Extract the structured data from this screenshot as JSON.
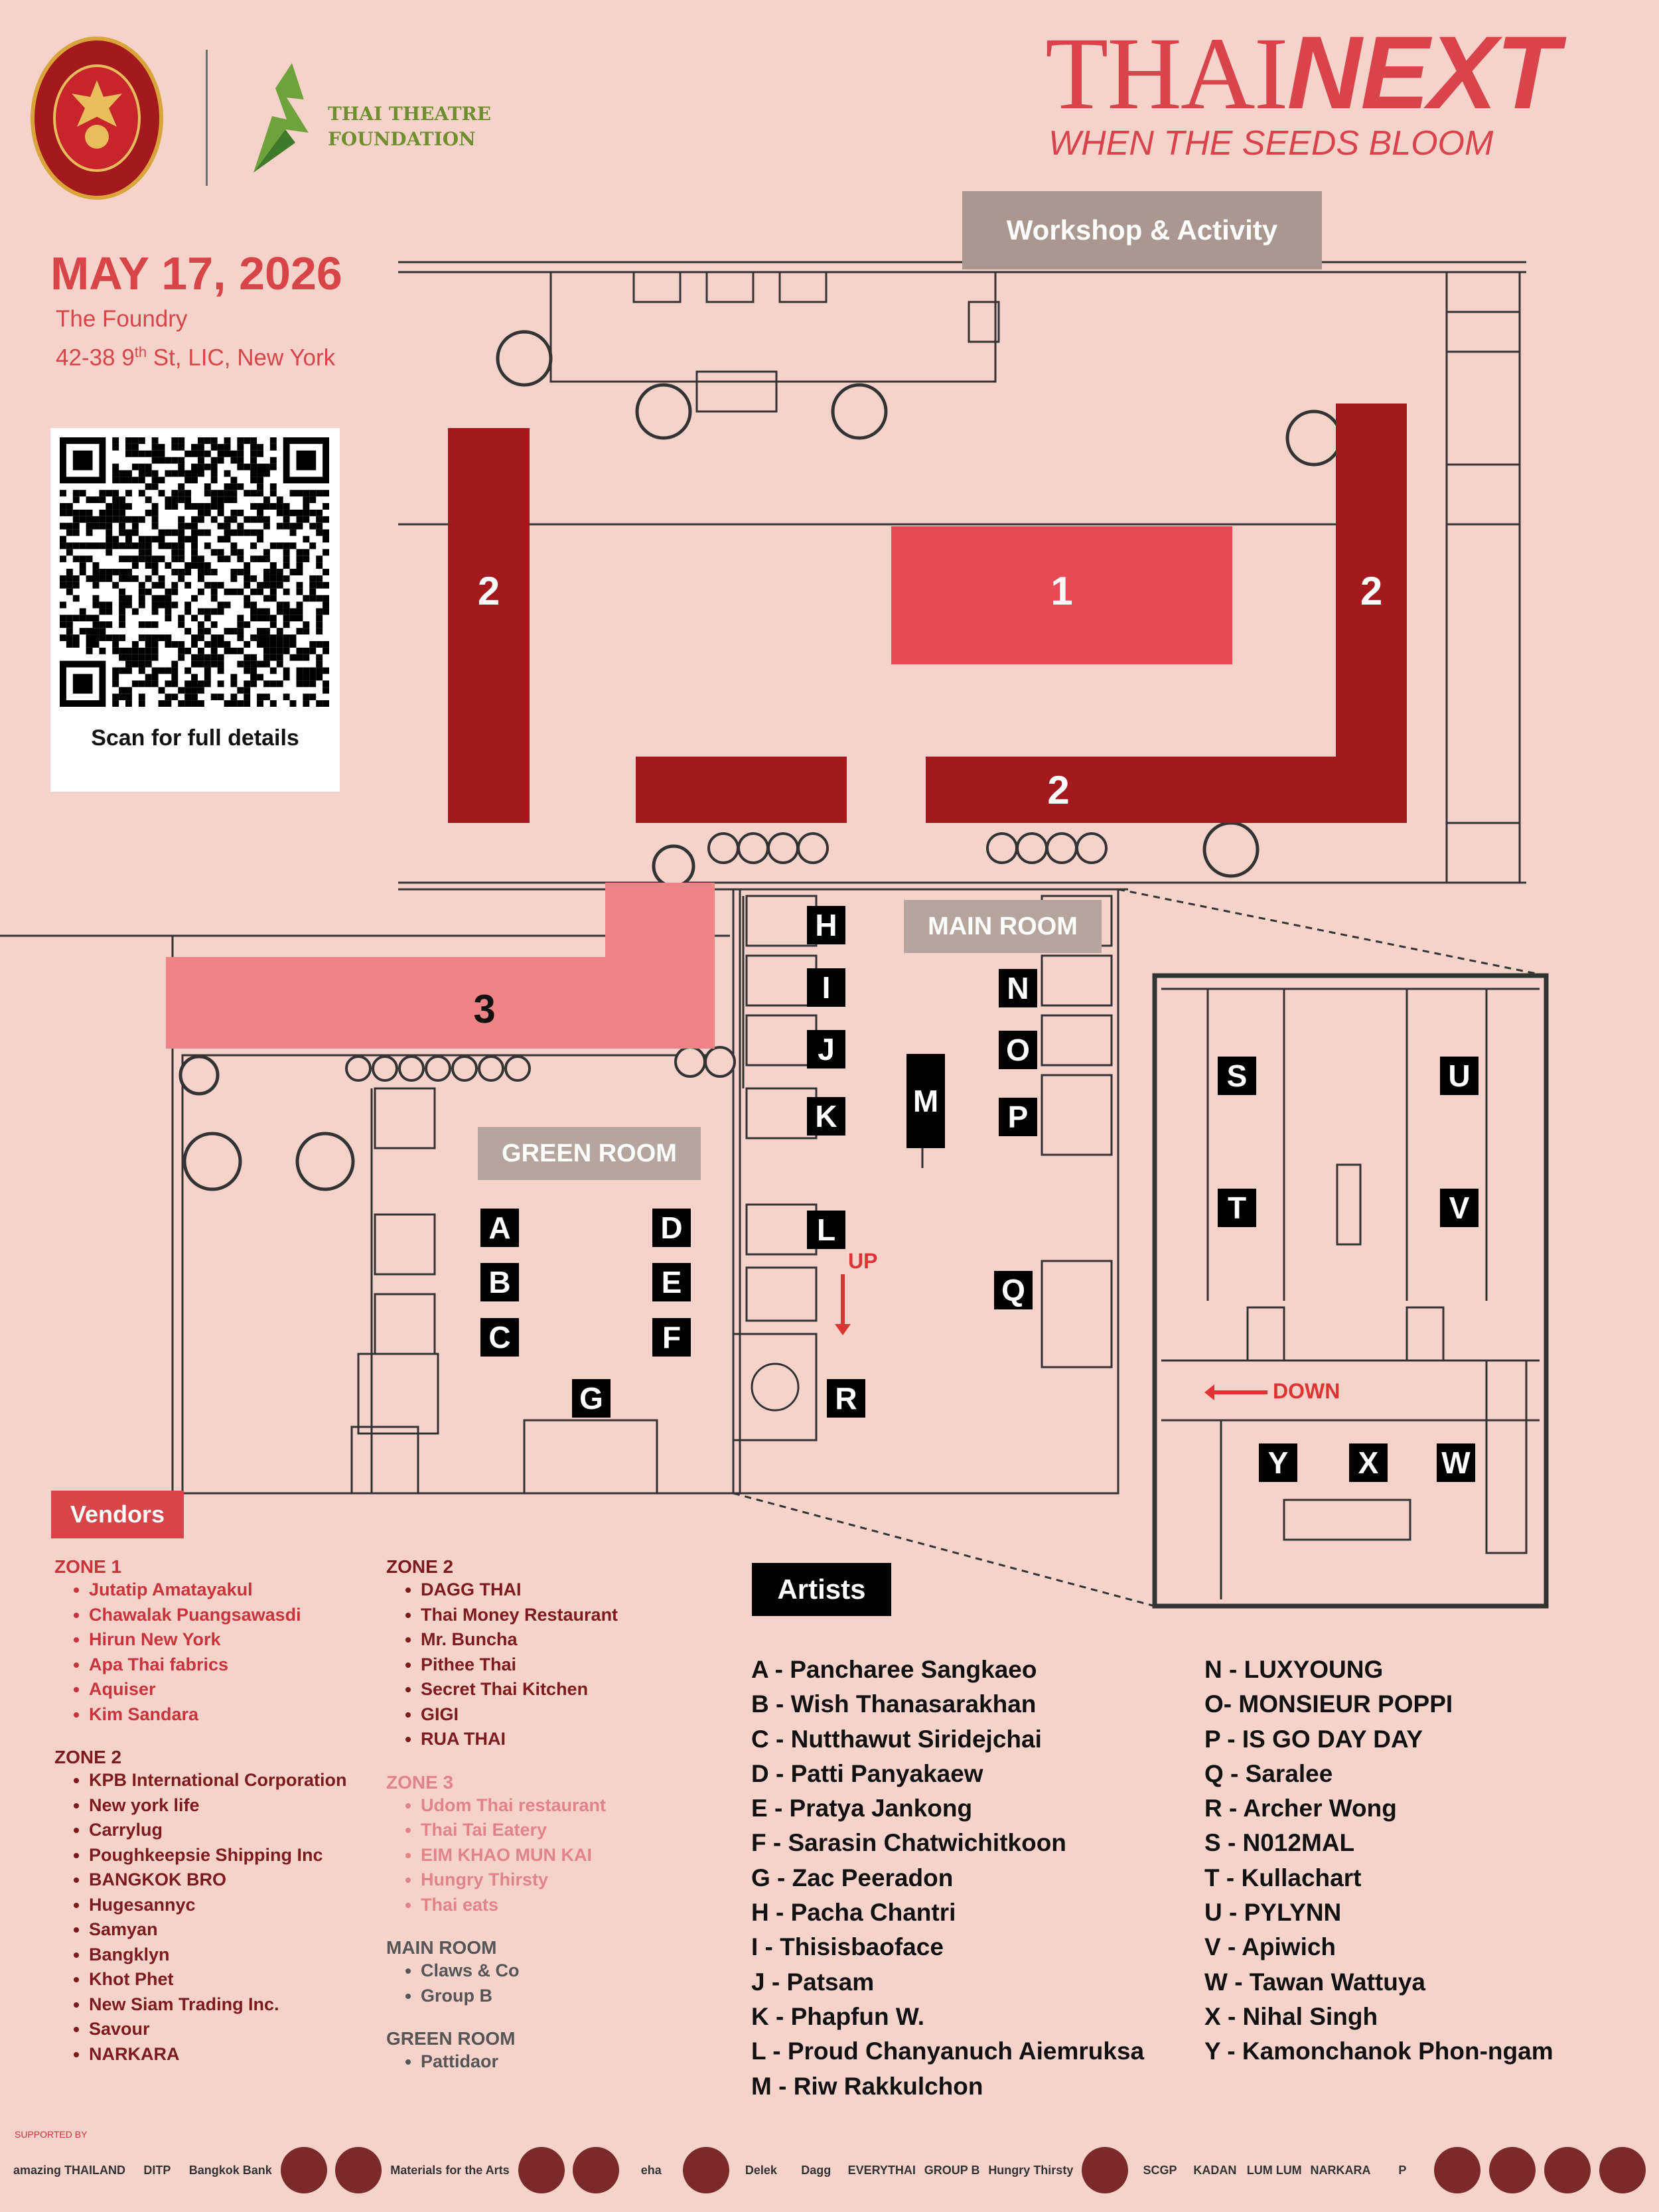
{
  "header": {
    "consulate_seal": "ROYAL THAI CONSULATE-GENERAL NEW YORK",
    "foundation_name_line1": "THAI THEATRE",
    "foundation_name_line2": "FOUNDATION",
    "brand_thin": "THAI",
    "brand_bold": "NEXT",
    "tagline": "WHEN THE SEEDS BLOOM",
    "date": "MAY 17, 2026",
    "venue_name": "The Foundry",
    "venue_address_pre": "42-38 9",
    "venue_address_sup": "th",
    "venue_address_post": " St, LIC, New York",
    "qr_label": "Scan for full details"
  },
  "map": {
    "workshop_label": "Workshop & Activity",
    "zone1": "1",
    "zone2": "2",
    "zone3": "3",
    "main_room_label": "MAIN ROOM",
    "green_room_label": "GREEN ROOM",
    "up_label": "UP",
    "down_label": "DOWN",
    "booths": {
      "A": "A",
      "B": "B",
      "C": "C",
      "D": "D",
      "E": "E",
      "F": "F",
      "G": "G",
      "H": "H",
      "I": "I",
      "J": "J",
      "K": "K",
      "L": "L",
      "M": "M",
      "N": "N",
      "O": "O",
      "P": "P",
      "Q": "Q",
      "R": "R",
      "S": "S",
      "T": "T",
      "U": "U",
      "V": "V",
      "W": "W",
      "X": "X",
      "Y": "Y"
    }
  },
  "vendors": {
    "title": "Vendors",
    "col1": [
      {
        "title": "ZONE 1",
        "items": [
          "Jutatip Amatayakul",
          "Chawalak Puangsawasdi",
          "Hirun New York",
          "Apa Thai fabrics",
          "Aquiser",
          "Kim Sandara"
        ]
      },
      {
        "title": "ZONE 2",
        "items": [
          "KPB International Corporation",
          "New york life",
          "Carrylug",
          "Poughkeepsie Shipping Inc",
          "BANGKOK BRO",
          "Hugesannyc",
          "Samyan",
          "Bangklyn",
          "Khot Phet",
          "New Siam Trading Inc.",
          "Savour",
          "NARKARA"
        ]
      }
    ],
    "col2": [
      {
        "title": "ZONE 2",
        "items": [
          "DAGG THAI",
          "Thai Money Restaurant",
          "Mr. Buncha",
          "Pithee Thai",
          "Secret Thai Kitchen",
          "GIGI",
          "RUA THAI"
        ]
      },
      {
        "title": "ZONE 3",
        "items": [
          "Udom Thai restaurant",
          "Thai Tai Eatery",
          "EIM KHAO MUN KAI",
          "Hungry Thirsty",
          "Thai eats"
        ]
      },
      {
        "title": "MAIN ROOM",
        "items": [
          "Claws & Co",
          "Group B"
        ]
      },
      {
        "title": "GREEN ROOM",
        "items": [
          "Pattidaor"
        ]
      }
    ]
  },
  "artists": {
    "title": "Artists",
    "col1": [
      "A - Pancharee Sangkaeo",
      "B - Wish Thanasarakhan",
      "C - Nutthawut Siridejchai",
      "D - Patti Panyakaew",
      "E - Pratya Jankong",
      "F - Sarasin Chatwichitkoon",
      "G - Zac Peeradon",
      "H - Pacha Chantri",
      " I - Thisisbaoface",
      "J - Patsam",
      "K - Phapfun W.",
      "L - Proud Chanyanuch Aiemruksa",
      "M - Riw Rakkulchon"
    ],
    "col2": [
      "N - LUXYOUNG",
      "O- MONSIEUR POPPI",
      "P - IS GO DAY DAY",
      "Q - Saralee",
      "R - Archer Wong",
      "S - N012MAL",
      "T - Kullachart",
      "U - PYLYNN",
      "V - Apiwich",
      "W - Tawan Wattuya",
      "X - Nihal Singh",
      "Y - Kamonchanok Phon-ngam"
    ]
  },
  "footer": {
    "supported_by": "SUPPORTED BY",
    "sponsors": [
      "amazing THAILAND",
      "DITP",
      "Bangkok Bank",
      "",
      "",
      "Materials for the Arts",
      "",
      "",
      "eha",
      "",
      "Delek",
      "Dagg",
      "EVERYTHAI",
      "GROUP B",
      "Hungry Thirsty",
      "",
      "SCGP",
      "KADAN",
      "LUM LUM",
      "NARKARA",
      "P",
      "",
      "",
      "",
      ""
    ]
  },
  "colors": {
    "background": "#f6d3ca",
    "zone1": "#e84a55",
    "zone2": "#a3191d",
    "zone3": "#f08385",
    "accent": "#d84549"
  }
}
